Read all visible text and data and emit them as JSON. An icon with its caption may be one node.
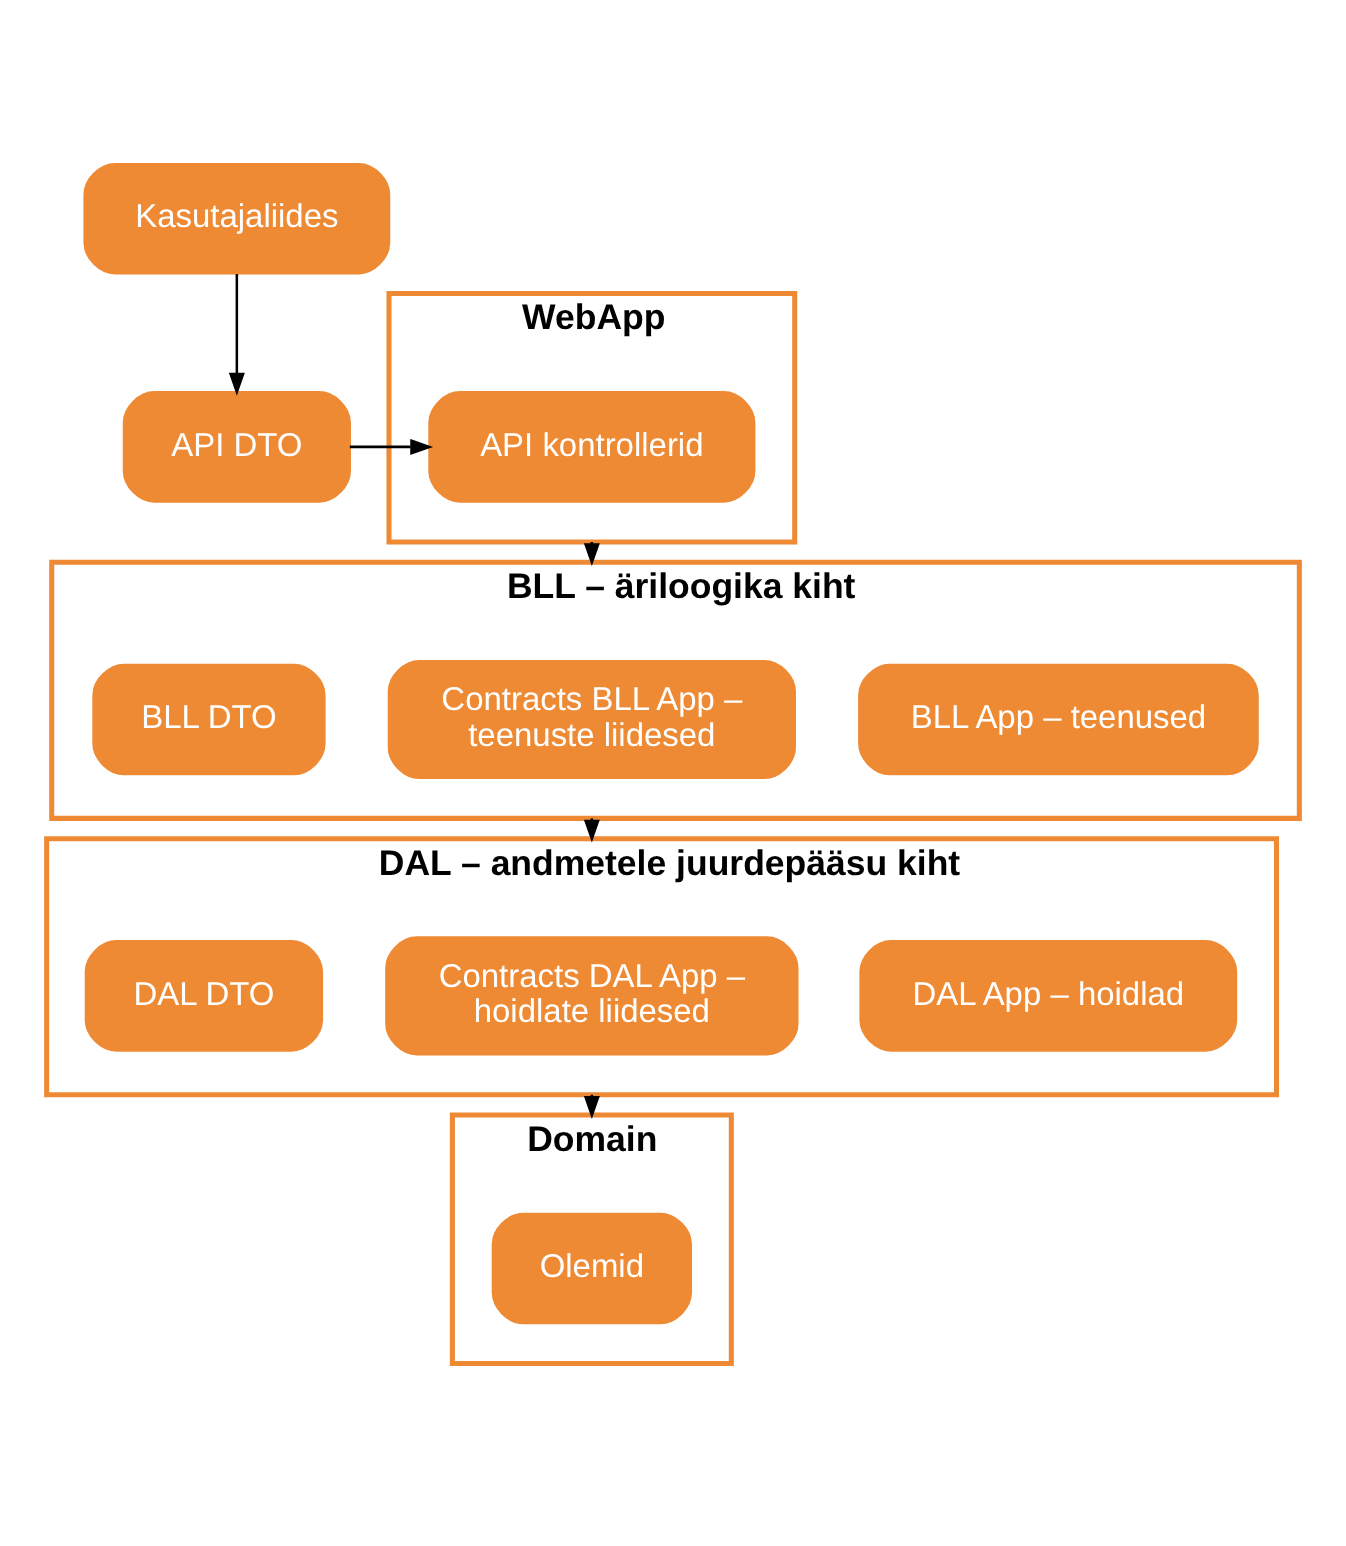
{
  "diagram": {
    "nodes": [
      {
        "text": [
          "Kasutajaliides"
        ]
      },
      {
        "text": [
          "API DTO"
        ]
      },
      {
        "text": [
          "WebApp"
        ]
      },
      {
        "text": [
          "API kontrollerid"
        ],
        "in": 2
      },
      {
        "text": [
          "BLL – äriloogika kiht"
        ]
      },
      {
        "text": [
          "BLL DTO"
        ],
        "in": 4
      },
      {
        "text": [
          "Contracts BLL App – teenuste liidesed"
        ],
        "in": 4
      },
      {
        "text": [
          "BLL App – teenused"
        ],
        "in": 4
      },
      {
        "text": [
          "DAL – andmetele juurdepääsu kiht"
        ]
      },
      {
        "text": [
          "DAL DTO"
        ],
        "in": 8
      },
      {
        "text": [
          "Contracts DAL App – hoidlate liidesed"
        ],
        "in": 8
      },
      {
        "text": [
          "DAL App – hoidlad"
        ],
        "in": 8
      },
      {
        "text": [
          "Domain"
        ]
      },
      {
        "text": [
          "Olemid"
        ],
        "in": 12
      }
    ],
    "edges": [
      {
        "from": 0,
        "to": 1,
        "arrow": "to"
      },
      {
        "from": 1,
        "to": 3,
        "arrow": "to"
      },
      {
        "from": 2,
        "to": 4,
        "arrow": "to"
      },
      {
        "from": 4,
        "to": 8,
        "arrow": "to"
      },
      {
        "from": 8,
        "to": 12,
        "arrow": "to"
      }
    ]
  }
}
